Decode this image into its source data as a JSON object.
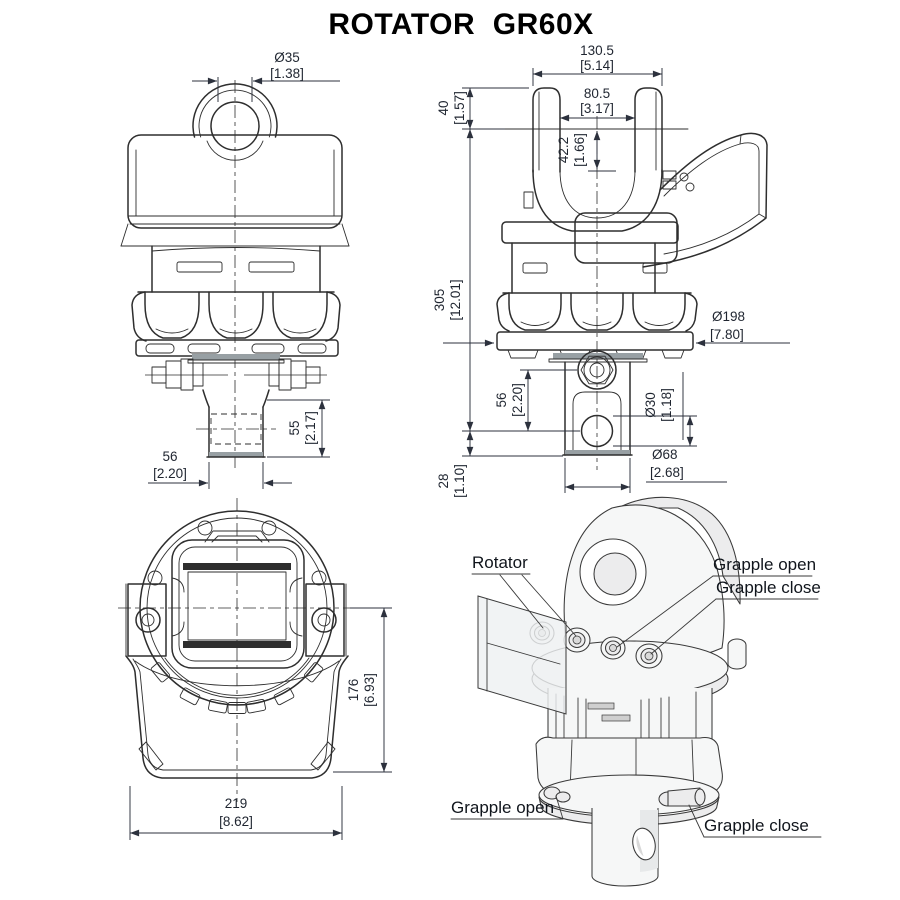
{
  "title": "ROTATOR  GR60X",
  "colors": {
    "line": "#2e2e2e",
    "dim_text": "#1f2530",
    "dim_line": "#2c313d",
    "washer_gray": "#98a0a4",
    "paper": "#ffffff",
    "iso_fill": "#f6f7f7",
    "iso_shade": "#e7e9ea"
  },
  "views": {
    "front": {
      "dims": {
        "eye_bore": {
          "mm": "Ø35",
          "in": "[1.38]"
        },
        "stem_width": {
          "mm": "56",
          "in": "[2.20]"
        },
        "stem_height": {
          "mm": "55",
          "in": "[2.17]"
        }
      }
    },
    "side": {
      "dims": {
        "overall_width": {
          "mm": "130.5",
          "in": "[5.14]"
        },
        "jaw_opening": {
          "mm": "80.5",
          "in": "[3.17]"
        },
        "top_to_pin": {
          "mm": "40",
          "in": "[1.57]"
        },
        "pin_depth": {
          "mm": "42.2",
          "in": "[1.66]"
        },
        "overall_height": {
          "mm": "305",
          "in": "[12.01]"
        },
        "flange_dia": {
          "mm": "Ø198",
          "in": "[7.80]"
        },
        "port_to_hole": {
          "mm": "56",
          "in": "[2.20]"
        },
        "hole_dia": {
          "mm": "Ø30",
          "in": "[1.18]"
        },
        "stem_dia": {
          "mm": "Ø68",
          "in": "[2.68]"
        },
        "hole_to_end": {
          "mm": "28",
          "in": "[1.10]"
        }
      }
    },
    "plan": {
      "dims": {
        "center_to_bottom": {
          "mm": "176",
          "in": "[6.93]"
        },
        "overall_width": {
          "mm": "219",
          "in": "[8.62]"
        }
      }
    },
    "iso": {
      "labels": {
        "rotator": "Rotator",
        "grapple_open_top": "Grapple open",
        "grapple_close_top": "Grapple close",
        "grapple_open_bottom": "Grapple open",
        "grapple_close_bottom": "Grapple close"
      }
    }
  }
}
